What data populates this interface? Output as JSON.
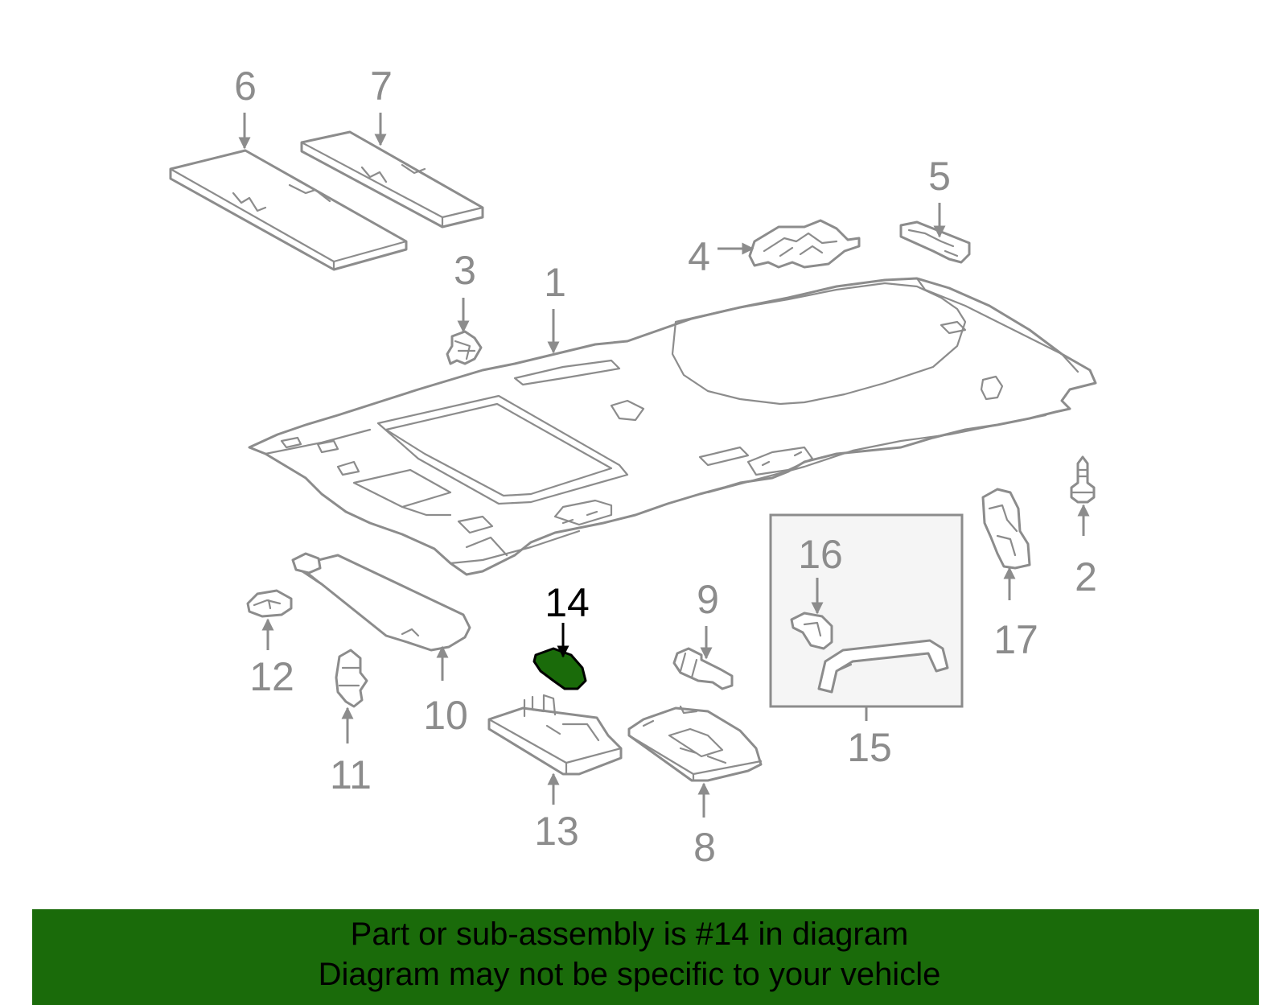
{
  "diagram": {
    "highlight_color": "#1a6b0a",
    "line_color": "#8c8c8c",
    "highlighted_part": "14",
    "callouts": [
      "1",
      "2",
      "3",
      "4",
      "5",
      "6",
      "7",
      "8",
      "9",
      "10",
      "11",
      "12",
      "13",
      "14",
      "15",
      "16",
      "17"
    ]
  },
  "banner": {
    "line1": "Part or sub-assembly is #14 in diagram",
    "line2": "Diagram may not be specific to your vehicle",
    "background": "#1a6b0a"
  }
}
